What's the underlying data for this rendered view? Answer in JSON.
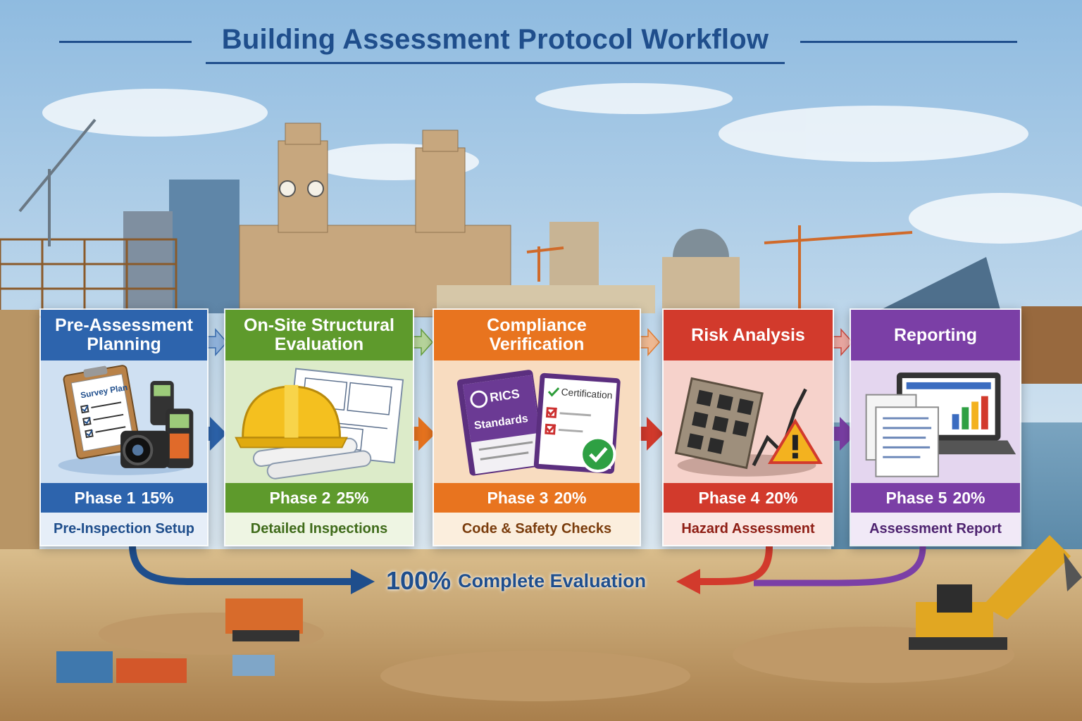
{
  "title": "Building Assessment Protocol Workflow",
  "phases": [
    {
      "name": "Pre-Assessment Planning",
      "phase": "Phase 1",
      "percent": "15%",
      "subtitle": "Pre-Inspection Setup",
      "color": "#2d64ad",
      "doc_label": "Survey Plan"
    },
    {
      "name": "On-Site Structural Evaluation",
      "phase": "Phase 2",
      "percent": "25%",
      "subtitle": "Detailed Inspections",
      "color": "#5e9a2c"
    },
    {
      "name": "Compliance Verification",
      "phase": "Phase 3",
      "percent": "20%",
      "subtitle": "Code & Safety Checks",
      "color": "#e8741f",
      "book_brand": "RICS",
      "book_title": "Standards",
      "cert_label": "Certification"
    },
    {
      "name": "Risk Analysis",
      "phase": "Phase 4",
      "percent": "20%",
      "subtitle": "Hazard Assessment",
      "color": "#d23a2c"
    },
    {
      "name": "Reporting",
      "phase": "Phase 5",
      "percent": "20%",
      "subtitle": "Assessment Report",
      "color": "#7b3fa6"
    }
  ],
  "total": {
    "percent": "100%",
    "label": "Complete Evaluation"
  },
  "colors": {
    "title": "#1f4e8c",
    "sky": "#9ec4e4",
    "water": "#5f8fae",
    "ground": "#c9a26a"
  }
}
